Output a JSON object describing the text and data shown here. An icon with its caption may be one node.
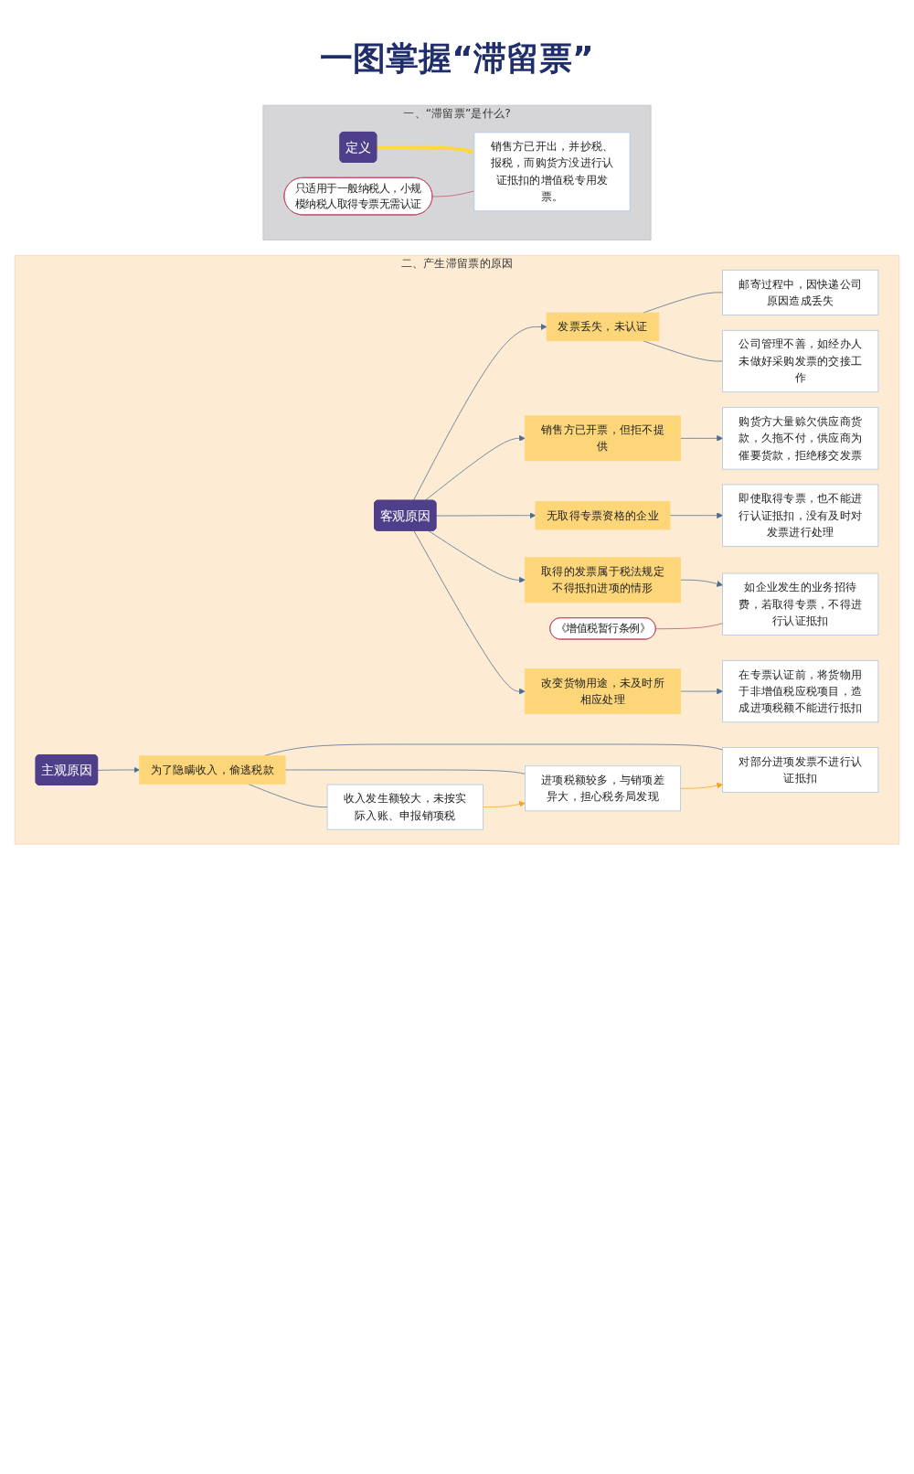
{
  "diagram": {
    "title": "一图掌握“滞留票”",
    "nodes": [
      {
        "text": [
          "一、“滞留票”是什么?"
        ]
      },
      {
        "text": [
          "定义"
        ],
        "in": 0
      },
      {
        "text": [
          "销售方已开出，并抄税、报税，而购货方没进行认证抵扣的增值税专用发票。"
        ],
        "in": 0
      },
      {
        "text": [
          "只适用于一般纳税人，小规模纳税人取得专票无需认证"
        ],
        "in": 0
      },
      {
        "text": [
          "二、产生滞留票的原因"
        ]
      },
      {
        "text": [
          "客观原因"
        ],
        "in": 4
      },
      {
        "text": [
          "发票丢失，未认证"
        ],
        "in": 4
      },
      {
        "text": [
          "邮寄过程中，因快递公司原因造成丢失"
        ],
        "in": 4
      },
      {
        "text": [
          "公司管理不善，如经办人未做好采购发票的交接工作"
        ],
        "in": 4
      },
      {
        "text": [
          "销售方已开票，但拒不提供"
        ],
        "in": 4
      },
      {
        "text": [
          "购货方大量赊欠供应商货款，久拖不付，供应商为催要货款，拒绝移交发票"
        ],
        "in": 4
      },
      {
        "text": [
          "无取得专票资格的企业"
        ],
        "in": 4
      },
      {
        "text": [
          "即使取得专票，也不能进行认证抵扣，没有及时对发票进行处理"
        ],
        "in": 4
      },
      {
        "text": [
          "取得的发票属于税法规定不得抵扣进项的情形"
        ],
        "in": 4
      },
      {
        "text": [
          "《增值税暂行条例》"
        ],
        "in": 4
      },
      {
        "text": [
          "如企业发生的业务招待费，若取得专票，不得进行认证抵扣"
        ],
        "in": 4
      },
      {
        "text": [
          "改变货物用途，未及时所相应处理"
        ],
        "in": 4
      },
      {
        "text": [
          "在专票认证前，将货物用于非增值税应税项目，造成进项税额不能进行抵扣"
        ],
        "in": 4
      },
      {
        "text": [
          "主观原因"
        ],
        "in": 4
      },
      {
        "text": [
          "为了隐瞒收入，偷逃税款"
        ],
        "in": 4
      },
      {
        "text": [
          "收入发生额较大，未按实际入账、申报销项税"
        ],
        "in": 4
      },
      {
        "text": [
          "进项税额较多，与销项差异大，担心税务局发现"
        ],
        "in": 4
      },
      {
        "text": [
          "对部分进项发票不进行认证抵扣"
        ],
        "in": 4
      }
    ],
    "edges": [
      {
        "from": 1,
        "to": 2,
        "arrow": "to",
        "style": "thick",
        "color": "#ffd83a"
      },
      {
        "from": 3,
        "to": 2,
        "arrow": "none",
        "color": "#c0506a"
      },
      {
        "from": 5,
        "to": 6,
        "arrow": "to"
      },
      {
        "from": 6,
        "to": 7,
        "arrow": "none"
      },
      {
        "from": 6,
        "to": 8,
        "arrow": "none"
      },
      {
        "from": 5,
        "to": 9,
        "arrow": "to"
      },
      {
        "from": 9,
        "to": 10,
        "arrow": "to"
      },
      {
        "from": 5,
        "to": 11,
        "arrow": "to"
      },
      {
        "from": 11,
        "to": 12,
        "arrow": "to"
      },
      {
        "from": 5,
        "to": 13,
        "arrow": "to"
      },
      {
        "from": 13,
        "to": 15,
        "arrow": "to"
      },
      {
        "from": 14,
        "to": 15,
        "arrow": "none",
        "color": "#c0506a"
      },
      {
        "from": 5,
        "to": 16,
        "arrow": "to"
      },
      {
        "from": 16,
        "to": 17,
        "arrow": "to"
      },
      {
        "from": 18,
        "to": 19,
        "arrow": "to"
      },
      {
        "from": 19,
        "to": 20,
        "arrow": "none"
      },
      {
        "from": 19,
        "to": 21,
        "arrow": "none"
      },
      {
        "from": 19,
        "to": 22,
        "arrow": "none"
      },
      {
        "from": 20,
        "to": 21,
        "arrow": "to",
        "color": "#f5a623"
      },
      {
        "from": 21,
        "to": 22,
        "arrow": "to",
        "color": "#f5a623"
      }
    ]
  }
}
